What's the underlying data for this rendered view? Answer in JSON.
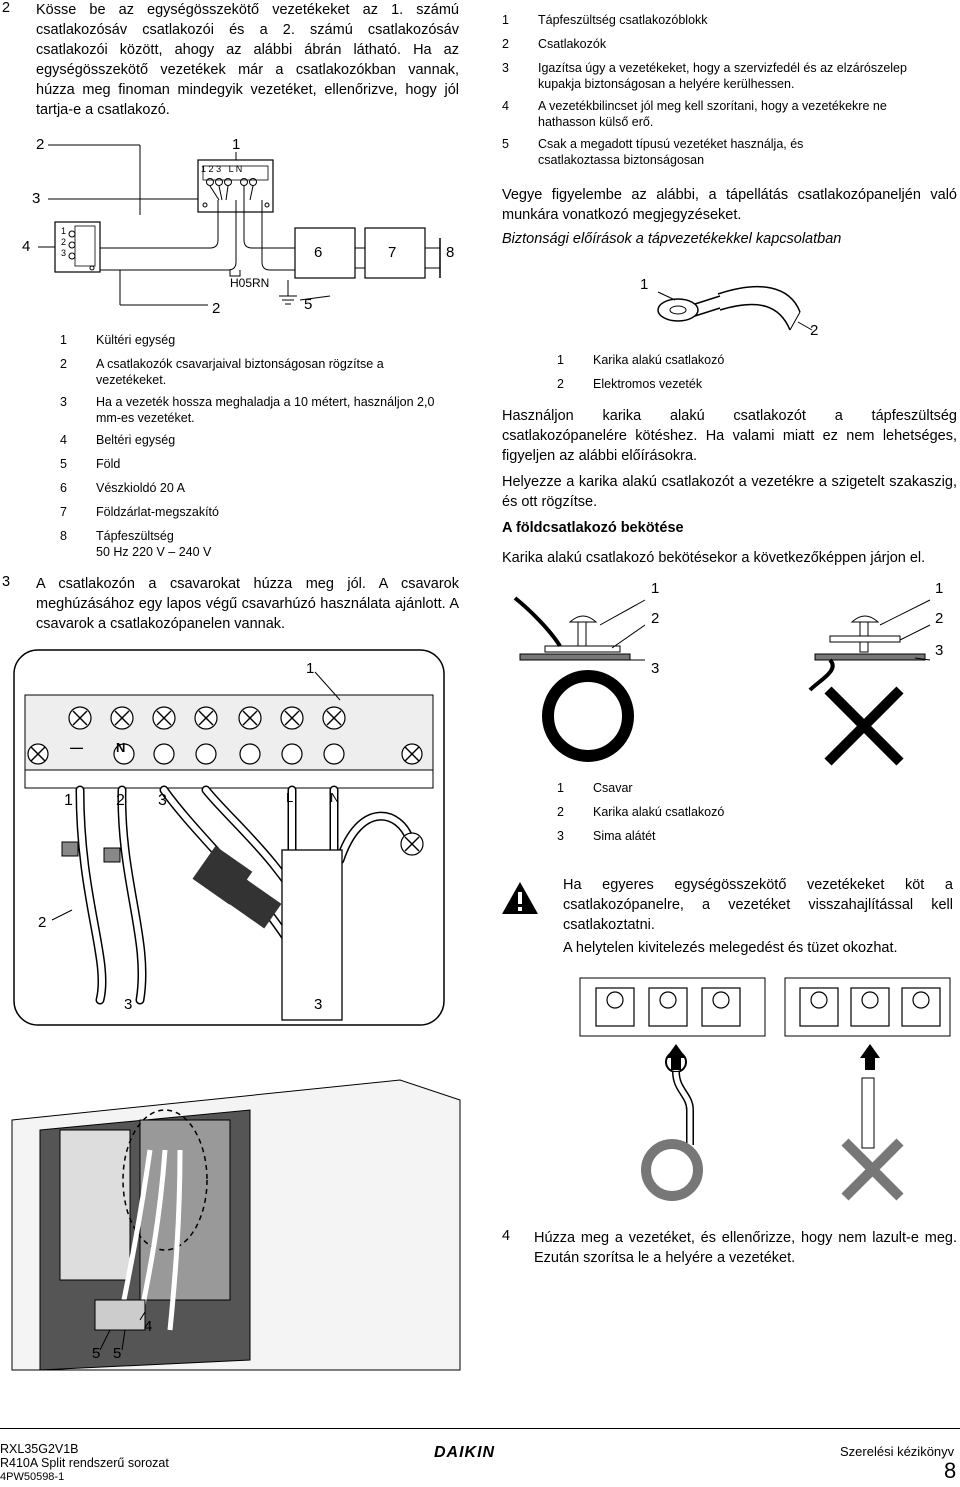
{
  "left": {
    "step2": {
      "number": "2",
      "text": "Kösse be az egységösszekötő vezetékeket az 1. számú csatlakozósáv csatlakozói és a 2. számú csatlakozósáv csatlakozói között, ahogy az alábbi ábrán látható. Ha az egységösszekötő vezetékek már a csatlakozókban vannak, húzza meg finoman mindegyik vezetéket, ellenőrizve, hogy jól tartja-e a csatlakozó."
    },
    "diagram1": {
      "callouts": [
        "2",
        "1",
        "3",
        "4",
        "6",
        "7",
        "8",
        "2",
        "5"
      ],
      "cable_label": "H05RN",
      "block1_terminals": [
        "1",
        "2",
        "3"
      ],
      "block1_terminals_ln": [
        "L",
        "N"
      ],
      "block4_terminals": [
        "1",
        "2",
        "3"
      ]
    },
    "legend1": [
      {
        "n": "1",
        "t": "Kültéri egység"
      },
      {
        "n": "2",
        "t": "A csatlakozók csavarjaival biztonságosan rögzítse a vezetékeket."
      },
      {
        "n": "3",
        "t": "Ha a vezeték hossza meghaladja a 10 métert, használjon 2,0 mm-es vezetéket."
      },
      {
        "n": "4",
        "t": "Beltéri egység"
      },
      {
        "n": "5",
        "t": "Föld"
      },
      {
        "n": "6",
        "t": "Vészkioldó 20 A"
      },
      {
        "n": "7",
        "t": "Földzárlat-megszakító"
      },
      {
        "n": "8",
        "t": "Tápfeszültség\n50 Hz 220 V – 240 V"
      }
    ],
    "step3": {
      "number": "3",
      "text": "A csatlakozón a csavarokat húzza meg jól. A csavarok meghúzásához egy lapos végű csavarhúzó használata ajánlott. A csavarok a csatlakozópanelen vannak."
    },
    "diagram2": {
      "callouts": [
        "1",
        "2",
        "3",
        "3"
      ],
      "terminal_labels": [
        "—",
        "N",
        "1",
        "2",
        "3",
        "L",
        "N"
      ]
    },
    "diagram3": {
      "callouts": [
        "4",
        "5",
        "5"
      ]
    }
  },
  "right": {
    "legend_top": [
      {
        "n": "1",
        "t": "Tápfeszültség csatlakozóblokk"
      },
      {
        "n": "2",
        "t": "Csatlakozók"
      },
      {
        "n": "3",
        "t": "Igazítsa úgy a vezetékeket, hogy a szervizfedél és az elzárószelep kupakja biztonságosan a helyére kerülhessen."
      },
      {
        "n": "4",
        "t": "A vezetékbilincset jól meg kell szorítani, hogy a vezetékekre ne hathasson külső erő."
      },
      {
        "n": "5",
        "t": "Csak a megadott típusú vezetéket használja, és csatlakoztassa biztonságosan"
      }
    ],
    "note": "Vegye figyelembe az alábbi, a tápellátás csatlakozópaneljén való munkára vonatkozó megjegyzéseket.",
    "safety_heading": "Biztonsági előírások a tápvezetékekkel kapcsolatban",
    "ring_callouts": [
      "1",
      "2"
    ],
    "legend_ring": [
      {
        "n": "1",
        "t": "Karika alakú csatlakozó"
      },
      {
        "n": "2",
        "t": "Elektromos vezeték"
      }
    ],
    "para1": "Használjon karika alakú csatlakozót a tápfeszültség csatlakozópanelére kötéshez. Ha valami miatt ez nem lehetséges, figyeljen az alábbi előírásokra.",
    "para2": "Helyezze a karika alakú csatlakozót a vezetékre a szigetelt szakaszig, és ott rögzítse.",
    "earth_heading": "A földcsatlakozó bekötése",
    "earth_text": "Karika alakú csatlakozó bekötésekor a következőképpen járjon el.",
    "screw_callouts_left": [
      "1",
      "2",
      "3"
    ],
    "screw_callouts_right": [
      "1",
      "2",
      "3"
    ],
    "legend_screw": [
      {
        "n": "1",
        "t": "Csavar"
      },
      {
        "n": "2",
        "t": "Karika alakú csatlakozó"
      },
      {
        "n": "3",
        "t": "Sima alátét"
      }
    ],
    "warning1": "Ha egyeres egységösszekötő vezetékeket köt a csatlakozópanelre, a vezetéket visszahajlítással kell csatlakoztatni.",
    "warning2": "A helytelen kivitelezés melegedést és tüzet okozhat.",
    "step4": {
      "number": "4",
      "text": "Húzza meg a vezetéket, és ellenőrizze, hogy nem lazult-e meg. Ezután szorítsa le a helyére a vezetéket."
    }
  },
  "footer": {
    "model": "RXL35G2V1B",
    "series": "R410A Split rendszerű sorozat",
    "doc": "4PW50598-1",
    "brand": "DAIKIN",
    "manual": "Szerelési kézikönyv",
    "page": "8"
  }
}
